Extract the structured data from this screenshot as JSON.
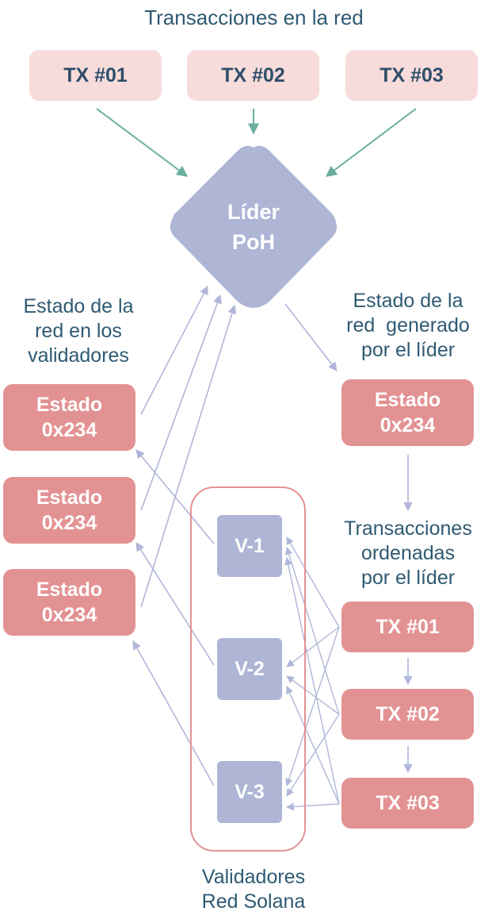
{
  "title": "Transacciones en la red",
  "top_tx": [
    "TX #01",
    "TX #02",
    "TX #03"
  ],
  "leader": {
    "line1": "Líder",
    "line2": "PoH"
  },
  "left_label": {
    "line1": "Estado de la",
    "line2": "red en los",
    "line3": "validadores"
  },
  "right_label": {
    "line1": "Estado de la",
    "line2": "red  generado",
    "line3": "por el líder"
  },
  "state_boxes": [
    {
      "line1": "Estado",
      "line2": "0x234"
    },
    {
      "line1": "Estado",
      "line2": "0x234"
    },
    {
      "line1": "Estado",
      "line2": "0x234"
    }
  ],
  "leader_state": {
    "line1": "Estado",
    "line2": "0x234"
  },
  "ordered_label": {
    "line1": "Transacciones",
    "line2": "ordenadas",
    "line3": "por el líder"
  },
  "ordered_tx": [
    "TX #01",
    "TX #02",
    "TX #03"
  ],
  "validators": [
    "V-1",
    "V-2",
    "V-3"
  ],
  "validators_label": {
    "line1": "Validadores",
    "line2": "Red Solana"
  },
  "colors": {
    "title": "#2f5a73",
    "tx_top_bg": "#f7dcdb",
    "tx_top_text": "#2d4d69",
    "state_bg": "#e39293",
    "validator_bg": "#aeb5d5",
    "leader_bg": "#aeb5d5",
    "teal_arrow": "#6aaea0",
    "lilac_arrow": "#b0b6d8",
    "validators_border": "#e39293"
  }
}
